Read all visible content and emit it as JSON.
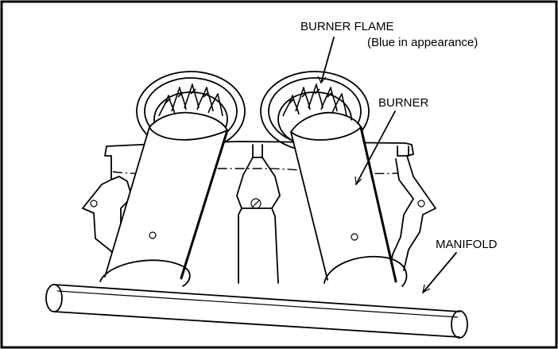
{
  "labels": {
    "burner_flame": "BURNER FLAME",
    "burner_flame_note": "(Blue in appearance)",
    "burner": "BURNER",
    "manifold": "MANIFOLD"
  }
}
